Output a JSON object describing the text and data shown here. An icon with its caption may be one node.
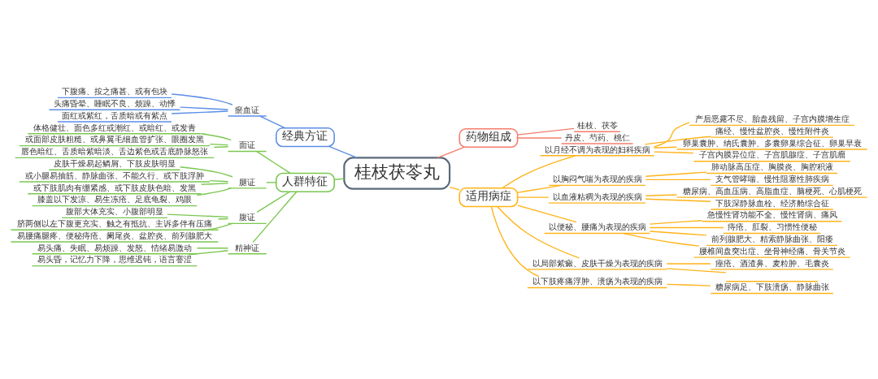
{
  "diagram": {
    "nodes": [
      {
        "text": [
          "桂枝茯苓丸"
        ]
      },
      {
        "text": [
          "经典方证"
        ]
      },
      {
        "text": [
          "瘀血证"
        ]
      },
      {
        "text": [
          "下腹痛、按之痛甚、或有包块"
        ]
      },
      {
        "text": [
          "头痛昏晕、睡眠不良、烦躁、动悸"
        ]
      },
      {
        "text": [
          "面红或紫红，舌质暗或有紫点"
        ]
      },
      {
        "text": [
          "人群特征"
        ]
      },
      {
        "text": [
          "面证"
        ]
      },
      {
        "text": [
          "体格健壮、面色多红或潮红、或暗红、或发青"
        ]
      },
      {
        "text": [
          "或面部皮肤粗糙、或鼻翼毛细血管扩张、眼圈发黑"
        ]
      },
      {
        "text": [
          "唇色暗红、舌质暗紫暗淡、舌边紫色或舌底静脉怒张"
        ]
      },
      {
        "text": [
          "腿证"
        ]
      },
      {
        "text": [
          "皮肤干燥易起鳞屑、下肢皮肤明显"
        ]
      },
      {
        "text": [
          "或小腿易抽筋、静脉曲张、不能久行、或下肢浮肿"
        ]
      },
      {
        "text": [
          "或下肢肌肉有绷紧感、或下肢皮肤色暗、发黑"
        ]
      },
      {
        "text": [
          "膝盖以下发凉、易生冻疮、足底龟裂、鸡眼"
        ]
      },
      {
        "text": [
          "腹证"
        ]
      },
      {
        "text": [
          "腹部大体充实、小腹部明显"
        ]
      },
      {
        "text": [
          "脐两侧以左下腹更充实、触之有抵抗、主诉多伴有压痛"
        ]
      },
      {
        "text": [
          "易腰痛腿疼、便秘痔疮、阑尾炎、盆腔炎、前列腺肥大"
        ]
      },
      {
        "text": [
          "精神证"
        ]
      },
      {
        "text": [
          "易头痛、失眠、易烦躁、发怒、情绪易激动"
        ]
      },
      {
        "text": [
          "易头昏，记忆力下降，思维迟钝，语言謇涩"
        ]
      },
      {
        "text": [
          "药物组成"
        ]
      },
      {
        "text": [
          "桂枝、茯苓"
        ]
      },
      {
        "text": [
          "丹皮、芍药、桃仁"
        ]
      },
      {
        "text": [
          "适用病症"
        ]
      },
      {
        "text": [
          "以月经不调为表现的妇科疾病"
        ]
      },
      {
        "text": [
          "产后恶露不尽、胎盘残留、子宫内膜增生症"
        ]
      },
      {
        "text": [
          "痛经、慢性盆腔炎、慢性附件炎"
        ]
      },
      {
        "text": [
          "卵巢囊肿、纳氏囊肿、多囊卵巢综合征、卵巢早衰"
        ]
      },
      {
        "text": [
          "子宫内膜异位症、子宫肌腺症、子宫肌瘤"
        ]
      },
      {
        "text": [
          "以胸闷气喘为表现的疾病"
        ]
      },
      {
        "text": [
          "肺动脉高压症、胸膜炎、胸腔积液"
        ]
      },
      {
        "text": [
          "支气管哮喘、慢性阻塞性肺疾病"
        ]
      },
      {
        "text": [
          "以血液粘稠为表现的疾病"
        ]
      },
      {
        "text": [
          "糖尿病、高血压病、高脂血症、脑梗死、心肌梗死"
        ]
      },
      {
        "text": [
          "下肢深静脉血栓、经济舱综合征"
        ]
      },
      {
        "text": [
          "以便秘、腰痛为表现的疾病"
        ]
      },
      {
        "text": [
          "急慢性肾功能不全、慢性肾病、痛风"
        ]
      },
      {
        "text": [
          "痔疮、肛裂、习惯性便秘"
        ]
      },
      {
        "text": [
          "前列腺肥大、精索静脉曲张、阳痿"
        ]
      },
      {
        "text": [
          "腰椎间盘突出症、坐骨神经痛、骨关节炎"
        ]
      },
      {
        "text": [
          "以局部紫癜、皮肤干燥为表现的疾病"
        ]
      },
      {
        "text": [
          "痤疮、酒渣鼻、麦粒肿、毛囊炎"
        ]
      },
      {
        "text": [],
        "shape": "line"
      },
      {
        "text": [
          "以下肢疼痛浮肿、溃疡为表现的疾病"
        ]
      },
      {
        "text": [
          "糖尿病足、下肢溃疡、静脉曲张"
        ]
      }
    ],
    "edges": [
      {
        "from": 0,
        "to": 1,
        "arrow": "none",
        "color": "#5b8ee6"
      },
      {
        "from": 1,
        "to": 2,
        "arrow": "none",
        "color": "#5b8ee6"
      },
      {
        "from": 2,
        "to": 3,
        "arrow": "none",
        "color": "#5b8ee6"
      },
      {
        "from": 2,
        "to": 4,
        "arrow": "none",
        "color": "#5b8ee6"
      },
      {
        "from": 2,
        "to": 5,
        "arrow": "none",
        "color": "#5b8ee6"
      },
      {
        "from": 0,
        "to": 6,
        "arrow": "none",
        "color": "#7ac74f"
      },
      {
        "from": 6,
        "to": 7,
        "arrow": "none",
        "color": "#7ac74f"
      },
      {
        "from": 7,
        "to": 8,
        "arrow": "none",
        "color": "#7ac74f"
      },
      {
        "from": 7,
        "to": 9,
        "arrow": "none",
        "color": "#7ac74f"
      },
      {
        "from": 7,
        "to": 10,
        "arrow": "none",
        "color": "#7ac74f"
      },
      {
        "from": 6,
        "to": 11,
        "arrow": "none",
        "color": "#7ac74f"
      },
      {
        "from": 11,
        "to": 12,
        "arrow": "none",
        "color": "#7ac74f"
      },
      {
        "from": 11,
        "to": 13,
        "arrow": "none",
        "color": "#7ac74f"
      },
      {
        "from": 11,
        "to": 14,
        "arrow": "none",
        "color": "#7ac74f"
      },
      {
        "from": 11,
        "to": 15,
        "arrow": "none",
        "color": "#7ac74f"
      },
      {
        "from": 6,
        "to": 16,
        "arrow": "none",
        "color": "#7ac74f"
      },
      {
        "from": 16,
        "to": 17,
        "arrow": "none",
        "color": "#7ac74f"
      },
      {
        "from": 16,
        "to": 18,
        "arrow": "none",
        "color": "#7ac74f"
      },
      {
        "from": 16,
        "to": 19,
        "arrow": "none",
        "color": "#7ac74f"
      },
      {
        "from": 6,
        "to": 20,
        "arrow": "none",
        "color": "#7ac74f"
      },
      {
        "from": 20,
        "to": 21,
        "arrow": "none",
        "color": "#7ac74f"
      },
      {
        "from": 20,
        "to": 22,
        "arrow": "none",
        "color": "#7ac74f"
      },
      {
        "from": 0,
        "to": 23,
        "arrow": "none",
        "color": "#f47c6c"
      },
      {
        "from": 23,
        "to": 24,
        "arrow": "none",
        "color": "#f47c6c"
      },
      {
        "from": 23,
        "to": 25,
        "arrow": "none",
        "color": "#f47c6c"
      },
      {
        "from": 0,
        "to": 26,
        "arrow": "none",
        "color": "#ffb31a"
      },
      {
        "from": 26,
        "to": 27,
        "arrow": "none",
        "color": "#ffb31a"
      },
      {
        "from": 27,
        "to": 28,
        "arrow": "none",
        "color": "#ffb31a"
      },
      {
        "from": 27,
        "to": 29,
        "arrow": "none",
        "color": "#ffb31a"
      },
      {
        "from": 27,
        "to": 30,
        "arrow": "none",
        "color": "#ffb31a"
      },
      {
        "from": 27,
        "to": 31,
        "arrow": "none",
        "color": "#ffb31a"
      },
      {
        "from": 26,
        "to": 32,
        "arrow": "none",
        "color": "#ffb31a"
      },
      {
        "from": 32,
        "to": 33,
        "arrow": "none",
        "color": "#ffb31a"
      },
      {
        "from": 32,
        "to": 34,
        "arrow": "none",
        "color": "#ffb31a"
      },
      {
        "from": 26,
        "to": 35,
        "arrow": "none",
        "color": "#ffb31a"
      },
      {
        "from": 35,
        "to": 36,
        "arrow": "none",
        "color": "#ffb31a"
      },
      {
        "from": 35,
        "to": 37,
        "arrow": "none",
        "color": "#ffb31a"
      },
      {
        "from": 26,
        "to": 38,
        "arrow": "none",
        "color": "#ffb31a"
      },
      {
        "from": 38,
        "to": 39,
        "arrow": "none",
        "color": "#ffb31a"
      },
      {
        "from": 38,
        "to": 40,
        "arrow": "none",
        "color": "#ffb31a"
      },
      {
        "from": 38,
        "to": 41,
        "arrow": "none",
        "color": "#ffb31a"
      },
      {
        "from": 38,
        "to": 42,
        "arrow": "none",
        "color": "#ffb31a"
      },
      {
        "from": 26,
        "to": 43,
        "arrow": "none",
        "color": "#ffb31a"
      },
      {
        "from": 43,
        "to": 44,
        "arrow": "none",
        "color": "#ffb31a"
      },
      {
        "from": 43,
        "to": 45,
        "arrow": "none",
        "color": "#ffb31a"
      },
      {
        "from": 26,
        "to": 46,
        "arrow": "none",
        "color": "#ffb31a"
      },
      {
        "from": 46,
        "to": 47,
        "arrow": "none",
        "color": "#ffb31a"
      }
    ]
  }
}
